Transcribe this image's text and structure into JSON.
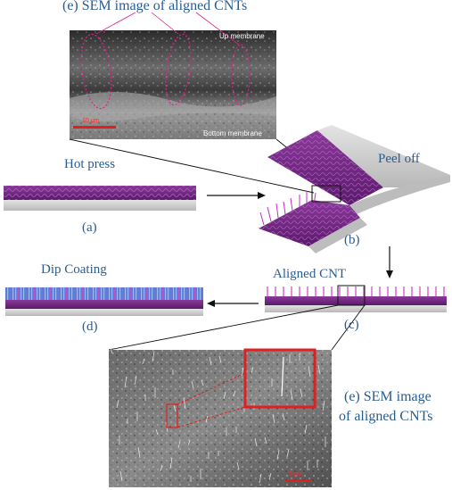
{
  "labels": {
    "sem_top_title": "(e) SEM image of aligned CNTs",
    "hot_press": "Hot press",
    "peel_off": "Peel off",
    "a": "(a)",
    "b": "(b)",
    "c": "(c)",
    "d": "(d)",
    "dip_coating": "Dip Coating",
    "aligned_cnt": "Aligned CNT",
    "sem_bottom_line1": "(e) SEM image",
    "sem_bottom_line2": "of aligned CNTs"
  },
  "sem_top": {
    "up_membrane": "Up membrane",
    "bottom_membrane": "Bottom membrane",
    "scale": "10 µm"
  },
  "sem_bottom": {
    "scale": "5 µm"
  },
  "colors": {
    "label_blue": "#2a5d8f",
    "membrane_purple": "#7a2a8a",
    "cnt_magenta": "#d040c0",
    "coating_blue": "#4a7fd0",
    "substrate_gray": "#c9c9c9",
    "highlight_red": "#e02020"
  }
}
